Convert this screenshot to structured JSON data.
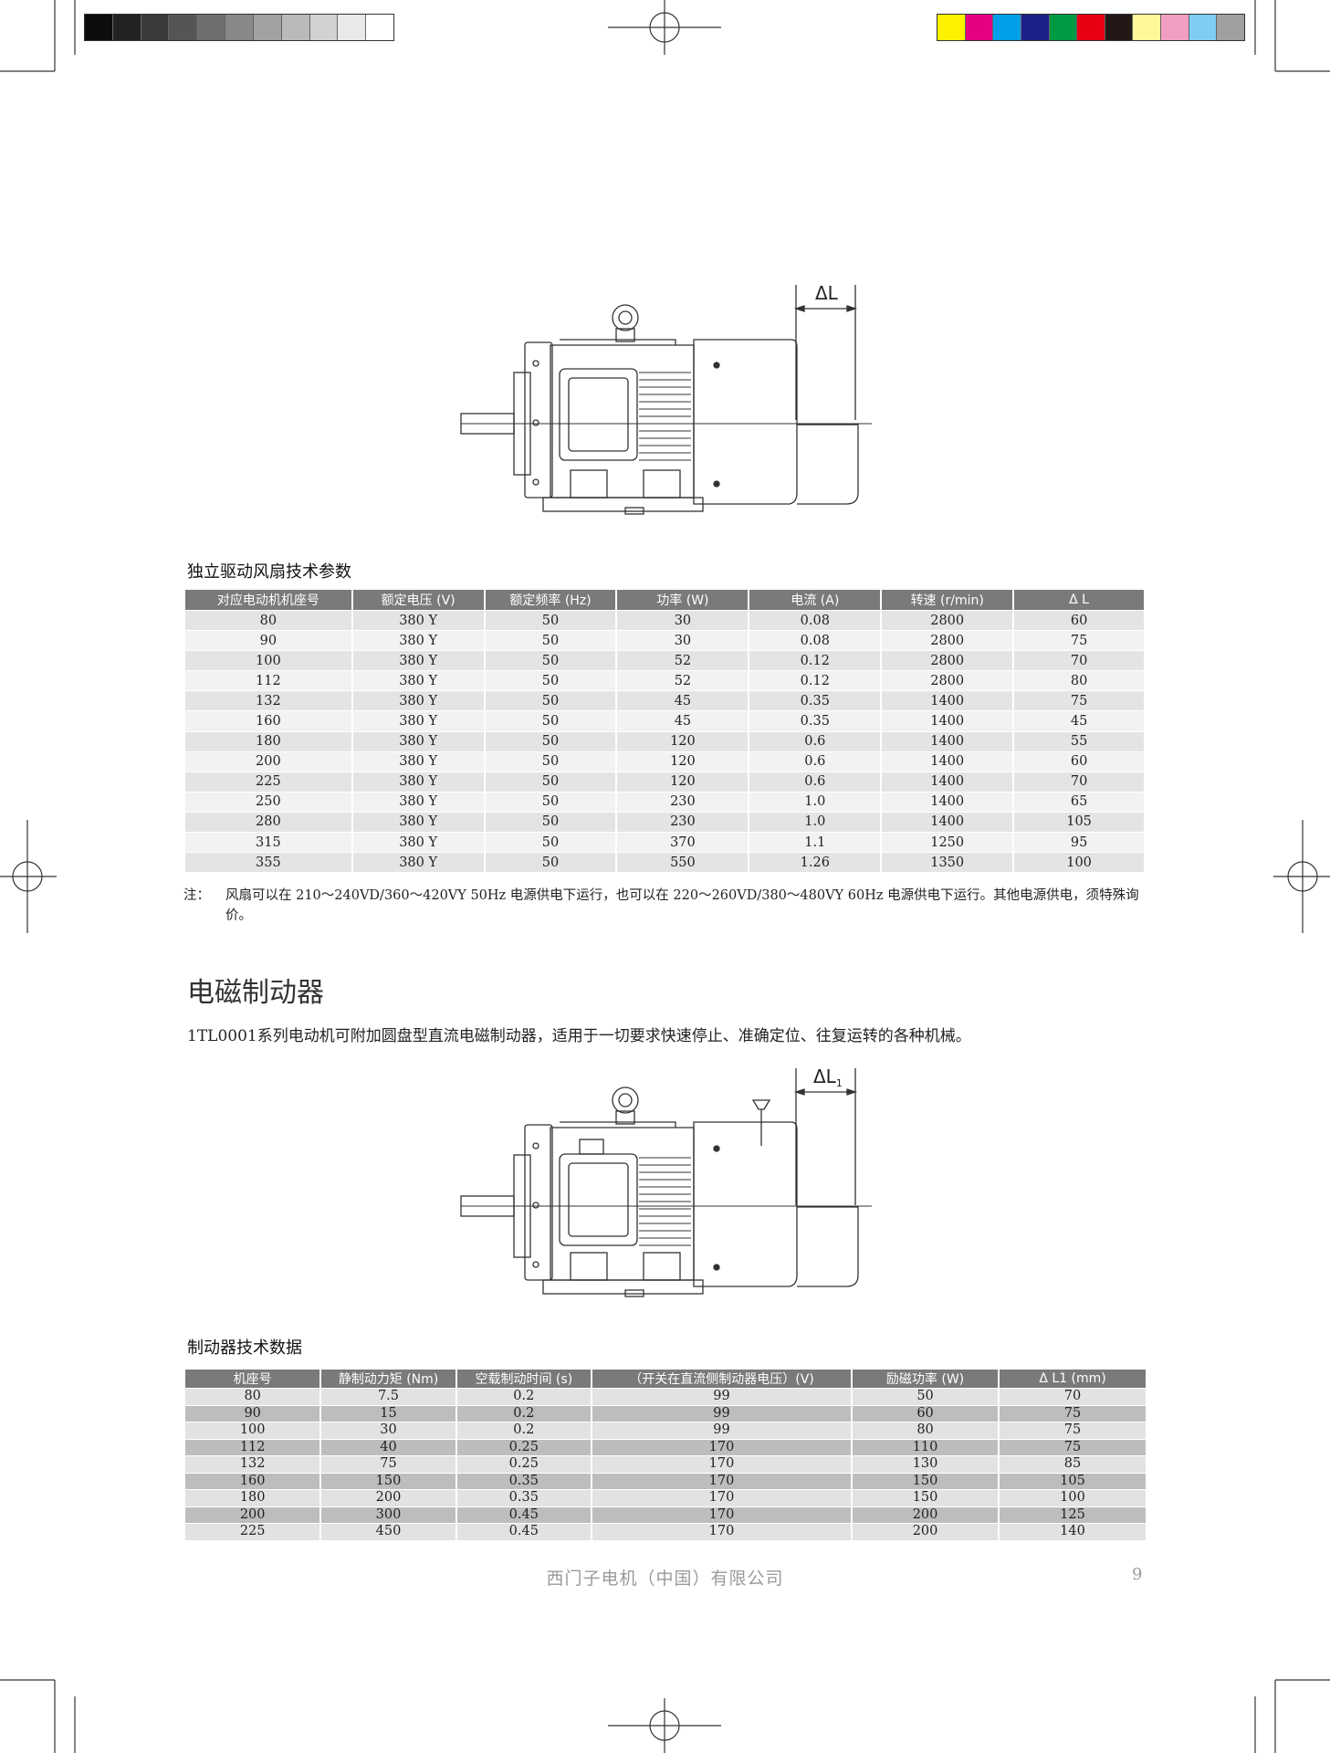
{
  "calibration": {
    "grays": [
      "#0d0d0d",
      "#222222",
      "#3a3a3a",
      "#555555",
      "#6e6e6e",
      "#888888",
      "#a1a1a1",
      "#bababa",
      "#d2d2d2",
      "#e9e9e9",
      "#ffffff"
    ],
    "colors": [
      "#fff200",
      "#e4007f",
      "#00a0e9",
      "#1d2088",
      "#009944",
      "#e60012",
      "#231815",
      "#fff799",
      "#f19ec2",
      "#7ecef4",
      "#a0a0a0"
    ]
  },
  "diagram1": {
    "delta_label": "ΔL"
  },
  "diagram2": {
    "delta_label": "ΔL",
    "delta_sub": "1"
  },
  "fan_table": {
    "caption": "独立驱动风扇技术参数",
    "headers": [
      "对应电动机机座号",
      "额定电压 (V)",
      "额定频率 (Hz)",
      "功率 (W)",
      "电流 (A)",
      "转速 (r/min)",
      "Δ L"
    ],
    "rows": [
      [
        "80",
        "380 Y",
        "50",
        "30",
        "0.08",
        "2800",
        "60"
      ],
      [
        "90",
        "380 Y",
        "50",
        "30",
        "0.08",
        "2800",
        "75"
      ],
      [
        "100",
        "380 Y",
        "50",
        "52",
        "0.12",
        "2800",
        "70"
      ],
      [
        "112",
        "380 Y",
        "50",
        "52",
        "0.12",
        "2800",
        "80"
      ],
      [
        "132",
        "380 Y",
        "50",
        "45",
        "0.35",
        "1400",
        "75"
      ],
      [
        "160",
        "380 Y",
        "50",
        "45",
        "0.35",
        "1400",
        "45"
      ],
      [
        "180",
        "380 Y",
        "50",
        "120",
        "0.6",
        "1400",
        "55"
      ],
      [
        "200",
        "380 Y",
        "50",
        "120",
        "0.6",
        "1400",
        "60"
      ],
      [
        "225",
        "380 Y",
        "50",
        "120",
        "0.6",
        "1400",
        "70"
      ],
      [
        "250",
        "380 Y",
        "50",
        "230",
        "1.0",
        "1400",
        "65"
      ],
      [
        "280",
        "380 Y",
        "50",
        "230",
        "1.0",
        "1400",
        "105"
      ],
      [
        "315",
        "380 Y",
        "50",
        "370",
        "1.1",
        "1250",
        "95"
      ],
      [
        "355",
        "380 Y",
        "50",
        "550",
        "1.26",
        "1350",
        "100"
      ]
    ]
  },
  "note": {
    "label": "注：",
    "text": "风扇可以在 210～240VD/360～420VY 50Hz 电源供电下运行，也可以在 220～260VD/380～480VY 60Hz 电源供电下运行。其他电源供电，须特殊询价。"
  },
  "brake_section": {
    "heading": "电磁制动器",
    "intro": "1TL0001系列电动机可附加圆盘型直流电磁制动器，适用于一切要求快速停止、准确定位、往复运转的各种机械。"
  },
  "brake_table": {
    "caption": "制动器技术数据",
    "headers": [
      "机座号",
      "静制动力矩 (Nm)",
      "空载制动时间 (s)",
      "（开关在直流侧制动器电压）(V)",
      "励磁功率 (W)",
      "Δ L1 (mm)"
    ],
    "rows": [
      [
        "80",
        "7.5",
        "0.2",
        "99",
        "50",
        "70"
      ],
      [
        "90",
        "15",
        "0.2",
        "99",
        "60",
        "75"
      ],
      [
        "100",
        "30",
        "0.2",
        "99",
        "80",
        "75"
      ],
      [
        "112",
        "40",
        "0.25",
        "170",
        "110",
        "75"
      ],
      [
        "132",
        "75",
        "0.25",
        "170",
        "130",
        "85"
      ],
      [
        "160",
        "150",
        "0.35",
        "170",
        "150",
        "105"
      ],
      [
        "180",
        "200",
        "0.35",
        "170",
        "150",
        "100"
      ],
      [
        "200",
        "300",
        "0.45",
        "170",
        "200",
        "125"
      ],
      [
        "225",
        "450",
        "0.45",
        "170",
        "200",
        "140"
      ]
    ]
  },
  "footer": {
    "company": "西门子电机（中国）有限公司",
    "page": "9"
  }
}
